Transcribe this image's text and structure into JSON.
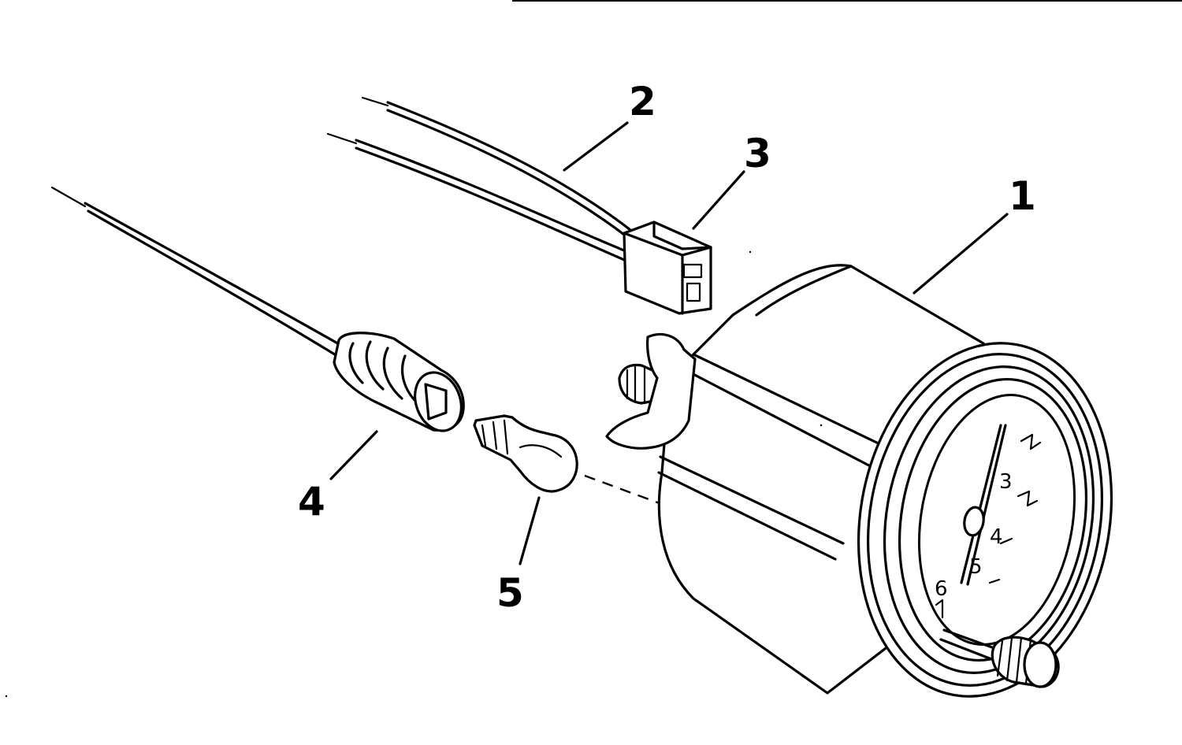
{
  "callouts": [
    {
      "id": "1",
      "label": "1"
    },
    {
      "id": "2",
      "label": "2"
    },
    {
      "id": "3",
      "label": "3"
    },
    {
      "id": "4",
      "label": "4"
    },
    {
      "id": "5",
      "label": "5"
    }
  ],
  "gauge_scale": [
    "3",
    "4",
    "5",
    "6"
  ]
}
